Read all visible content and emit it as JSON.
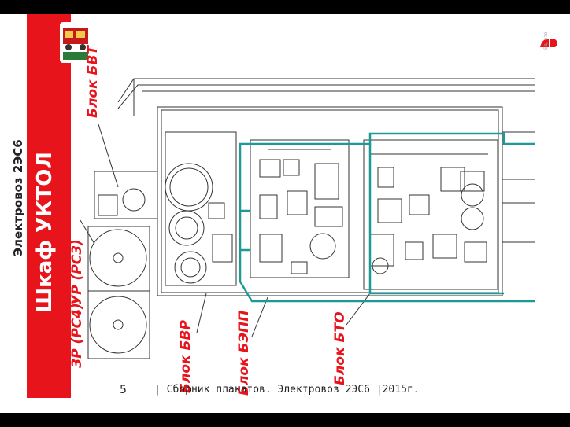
{
  "slide": {
    "title": "Шкаф УКТОЛ",
    "subtitle": "Электровоз 2ЭС6",
    "page_number": "5",
    "footer": "| Сборник плакатов. Электровоз 2ЭС6 |2015г.",
    "side_tag": "Ед. отв",
    "logo": "rzd-logo",
    "emblem": "locomotive-emblem"
  },
  "labels": {
    "bvt": "Блок БВТ",
    "zr_rc4": "ЗР (РС4)",
    "ur_rc3": "УР (РС3)",
    "bvr": "Блок БВР",
    "bepp": "Блок БЭПП",
    "bto": "Блок БТО"
  },
  "colors": {
    "accent_red": "#e8141b",
    "pipe_teal": "#1e9a96",
    "line": "#333333"
  }
}
